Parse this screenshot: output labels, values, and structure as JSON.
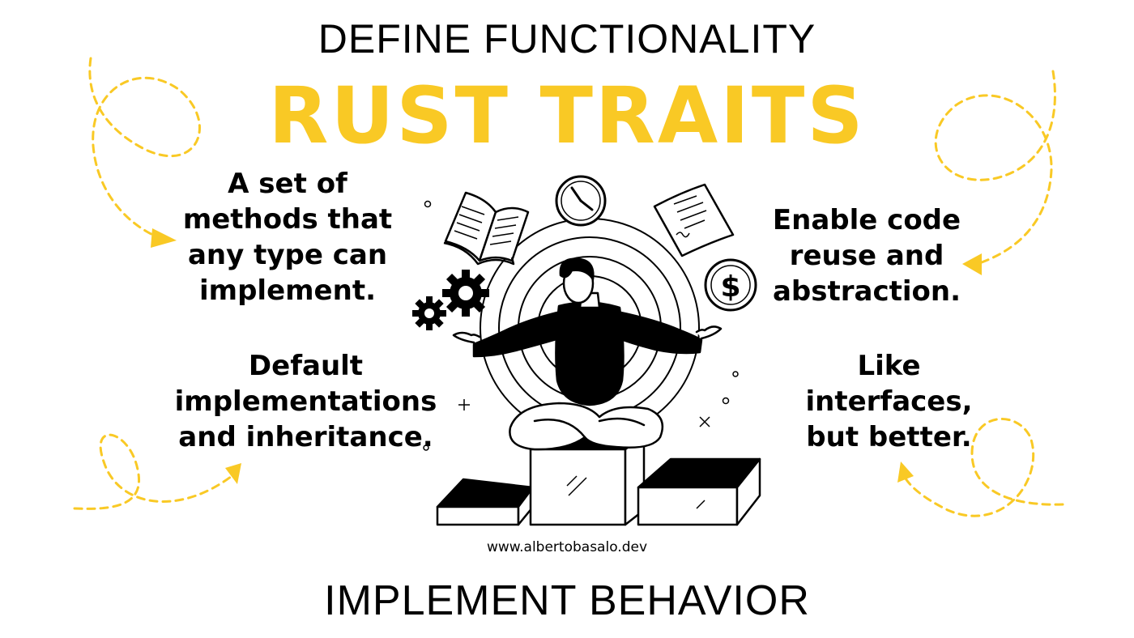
{
  "header": {
    "subtitle": "DEFINE FUNCTIONALITY",
    "title": "RUST TRAITS"
  },
  "points": {
    "top_left": "A set of methods that any type can implement.",
    "bottom_left": "Default implementations and inheritance.",
    "top_right": "Enable code reuse and abstraction.",
    "bottom_right": "Like interfaces, but better."
  },
  "footer": {
    "website": "www.albertobasalo.dev",
    "subtitle": "IMPLEMENT BEHAVIOR"
  },
  "colors": {
    "accent": "#f9c925",
    "text": "#000000",
    "background": "#ffffff"
  },
  "icons": [
    "open-book-icon",
    "clock-icon",
    "document-icon",
    "dollar-coin-icon",
    "gears-icon",
    "meditating-person-illustration",
    "podium-boxes-illustration",
    "dashed-arrow-icon"
  ]
}
